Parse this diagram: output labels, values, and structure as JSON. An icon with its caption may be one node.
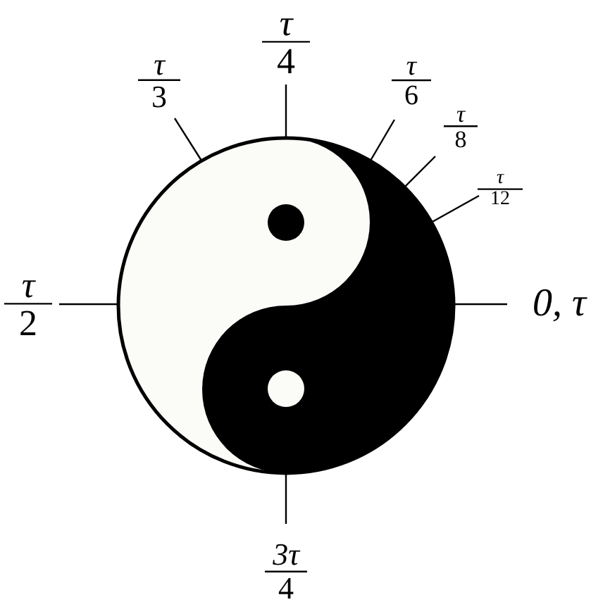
{
  "diagram": {
    "labels": [
      "τ",
      "4",
      "τ",
      "3",
      "τ",
      "6",
      "τ",
      "8",
      "τ",
      "12",
      "τ",
      "2",
      "0, τ",
      "3τ",
      "4"
    ]
  }
}
